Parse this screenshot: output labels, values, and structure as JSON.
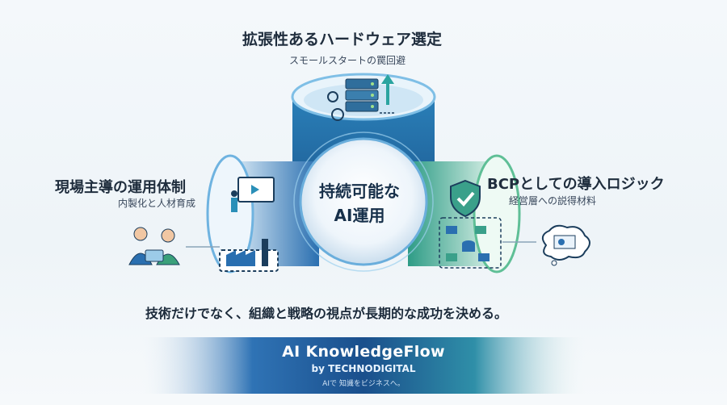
{
  "top": {
    "title": "拡張性あるハードウェア選定",
    "subtitle": "スモールスタートの罠回避"
  },
  "left": {
    "title": "現場主導の運用体制",
    "subtitle": "内製化と人材育成"
  },
  "right": {
    "title": "BCPとしての導入ロジック",
    "subtitle": "経営層への説得材料"
  },
  "center": {
    "line1": "持続可能な",
    "line2": "AI運用"
  },
  "tagline": "技術だけでなく、組織と戦略の視点が長期的な成功を決める。",
  "brand": {
    "name": "AI KnowledgeFlow",
    "by": "by TECHNODIGITAL",
    "slogan": "AIで 知識をビジネスへ。"
  },
  "colors": {
    "accent_blue": "#2a6fb0",
    "accent_teal": "#2aa4a0",
    "accent_green": "#4fb66a",
    "dark_navy": "#1f2d3d"
  },
  "icons": [
    "server-icon",
    "gear-icon",
    "growth-arrow-icon",
    "presentation-icon",
    "people-icon",
    "factory-icon",
    "shield-check-icon",
    "folder-flow-icon",
    "thought-chart-icon"
  ]
}
